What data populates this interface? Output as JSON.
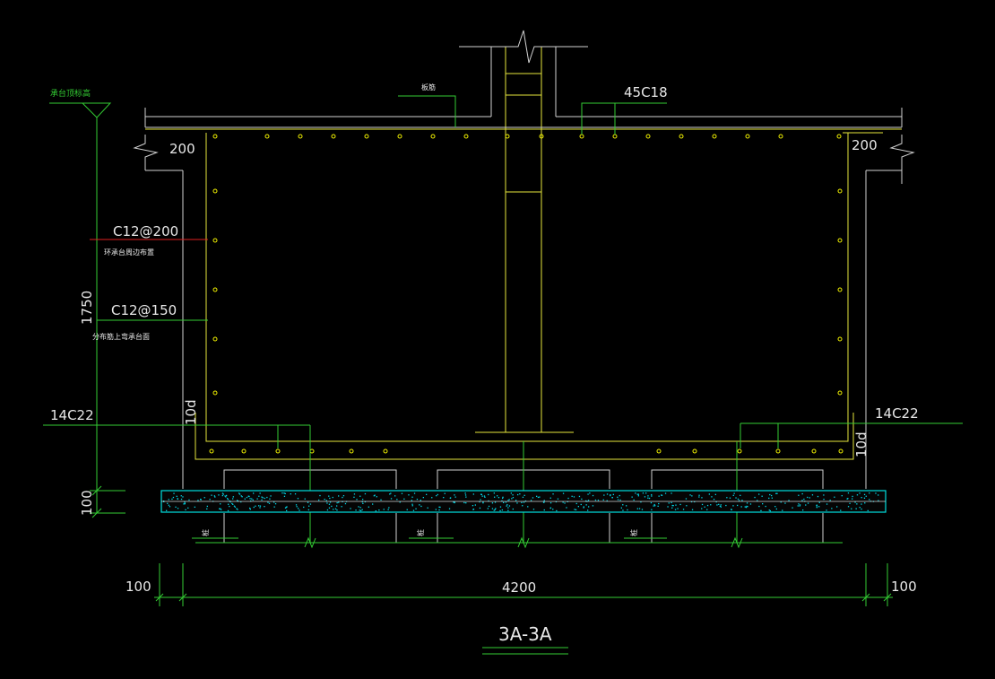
{
  "drawing": {
    "colors": {
      "background": "#000000",
      "structure": "#e6e63c",
      "dimension": "#33cc33",
      "concrete_outline": "#00e0e0",
      "section_line": "#5ab4dc",
      "outline": "#d2d2d2",
      "text": "#e8e8e8",
      "rebar_dot": "#f0f000",
      "red_leader": "#e02020"
    },
    "labels": {
      "elevation_label": "承台顶标高",
      "rebar_top_note": "板筋",
      "rebar_top_main": "45C18",
      "wall_thickness_left": "200",
      "wall_thickness_right": "200",
      "stirrup_1": "C12@200",
      "stirrup_1_note": "环承台周边布置",
      "stirrup_2": "C12@150",
      "stirrup_2_note": "分布筋上弯承台面",
      "bottom_rebar_left": "14C22",
      "bottom_rebar_right": "14C22",
      "anchor_left": "10d",
      "anchor_right": "10d",
      "height_dim": "1750",
      "cushion_dim": "100",
      "pile_note_1": "桩",
      "pile_note_2": "桩",
      "pile_note_3": "桩",
      "span_dim": "4200",
      "edge_dim_left": "100",
      "edge_dim_right": "100",
      "section_title": "3A-3A"
    }
  }
}
